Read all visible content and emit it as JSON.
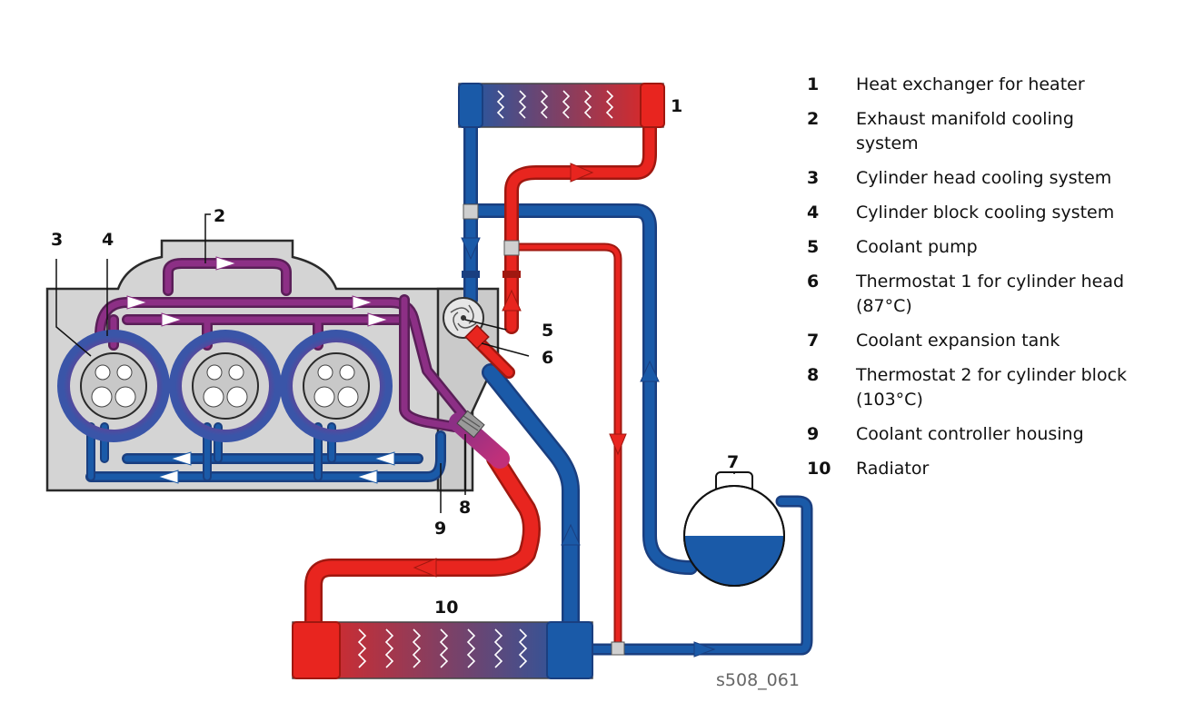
{
  "legend": [
    {
      "num": "1",
      "text": "Heat exchanger for heater"
    },
    {
      "num": "2",
      "text": "Exhaust manifold cooling system"
    },
    {
      "num": "3",
      "text": "Cylinder head cooling system"
    },
    {
      "num": "4",
      "text": "Cylinder block cooling system"
    },
    {
      "num": "5",
      "text": "Coolant pump"
    },
    {
      "num": "6",
      "text": "Thermostat 1 for cylinder head (87°C)"
    },
    {
      "num": "7",
      "text": "Coolant expansion tank"
    },
    {
      "num": "8",
      "text": "Thermostat 2 for cylinder block (103°C)"
    },
    {
      "num": "9",
      "text": "Coolant controller housing"
    },
    {
      "num": "10",
      "text": "Radiator"
    }
  ],
  "callouts": [
    "1",
    "2",
    "3",
    "4",
    "5",
    "6",
    "7",
    "8",
    "9",
    "10"
  ],
  "figure_code": "s508_061",
  "colors": {
    "hot": "#e8251f",
    "cold": "#1a5aa8",
    "mixed": "#8c2f85",
    "engine_block": "#d4d4d4",
    "engine_outline": "#2a2a2a"
  }
}
